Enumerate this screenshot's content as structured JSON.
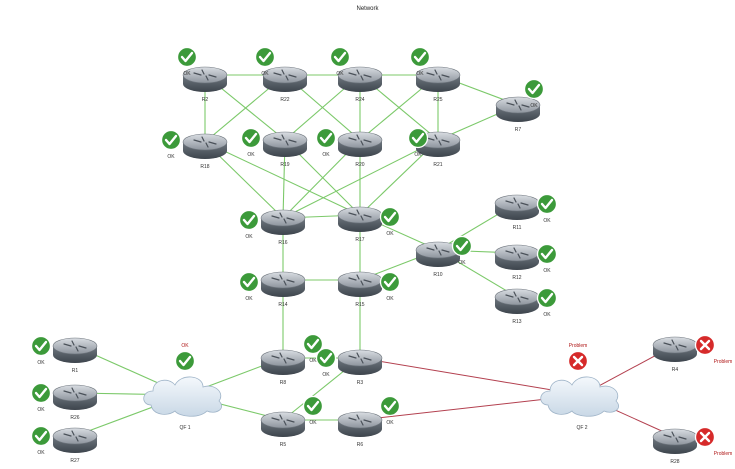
{
  "title": "Network",
  "colors": {
    "link_ok": "#7cc96a",
    "link_problem": "#b3404f",
    "status_ok": "#3c9a3a",
    "status_problem": "#d62a2a"
  },
  "routers": [
    {
      "id": "r_top1",
      "label": "R2",
      "status": "OK",
      "status_text": "OK"
    },
    {
      "id": "r_top2",
      "label": "R22",
      "status": "OK",
      "status_text": "OK"
    },
    {
      "id": "r_top3",
      "label": "R24",
      "status": "OK",
      "status_text": "OK"
    },
    {
      "id": "r_top4",
      "label": "R25",
      "status": "OK",
      "status_text": "OK"
    },
    {
      "id": "r_top5",
      "label": "R7",
      "status": "OK",
      "status_text": "OK"
    },
    {
      "id": "r_mid1",
      "label": "R18",
      "status": "OK",
      "status_text": "OK"
    },
    {
      "id": "r_mid2",
      "label": "R19",
      "status": "OK",
      "status_text": "OK"
    },
    {
      "id": "r_mid3",
      "label": "R20",
      "status": "OK",
      "status_text": "OK"
    },
    {
      "id": "r_mid4",
      "label": "R21",
      "status": "OK",
      "status_text": "OK"
    },
    {
      "id": "r_c1",
      "label": "R16",
      "status": "OK",
      "status_text": "OK"
    },
    {
      "id": "r_c2",
      "label": "R17",
      "status": "OK",
      "status_text": "OK"
    },
    {
      "id": "r_c3",
      "label": "R14",
      "status": "OK",
      "status_text": "OK"
    },
    {
      "id": "r_c4",
      "label": "R15",
      "status": "OK",
      "status_text": "OK"
    },
    {
      "id": "r_c5",
      "label": "R10",
      "status": "OK",
      "status_text": "OK"
    },
    {
      "id": "r_b1",
      "label": "R11",
      "status": "OK",
      "status_text": "OK"
    },
    {
      "id": "r_b2",
      "label": "R12",
      "status": "OK",
      "status_text": "OK"
    },
    {
      "id": "r_b3",
      "label": "R13",
      "status": "OK",
      "status_text": "OK"
    },
    {
      "id": "r_l1",
      "label": "R1",
      "status": "OK",
      "status_text": "OK"
    },
    {
      "id": "r_l2",
      "label": "R26",
      "status": "OK",
      "status_text": "OK"
    },
    {
      "id": "r_l3",
      "label": "R27",
      "status": "OK",
      "status_text": "OK"
    },
    {
      "id": "r_s1",
      "label": "R8",
      "status": "OK",
      "status_text": "OK"
    },
    {
      "id": "r_s2",
      "label": "R3",
      "status": "OK",
      "status_text": "OK"
    },
    {
      "id": "r_s3",
      "label": "R5",
      "status": "OK",
      "status_text": "OK"
    },
    {
      "id": "r_s4",
      "label": "R6",
      "status": "OK",
      "status_text": "OK"
    },
    {
      "id": "r_r1",
      "label": "R4",
      "status": "Problem",
      "status_text": "Problem"
    },
    {
      "id": "r_r2",
      "label": "R28",
      "status": "Problem",
      "status_text": "Problem"
    }
  ],
  "clouds": [
    {
      "id": "qf1",
      "label": "QF 1",
      "status": "OK",
      "status_text": "OK"
    },
    {
      "id": "qf2",
      "label": "QF 2",
      "status": "Problem",
      "status_text": "Problem"
    }
  ],
  "links": [
    {
      "from": "r_top1",
      "to": "r_top2",
      "status": "ok"
    },
    {
      "from": "r_top2",
      "to": "r_top3",
      "status": "ok"
    },
    {
      "from": "r_top3",
      "to": "r_top4",
      "status": "ok"
    },
    {
      "from": "r_top4",
      "to": "r_top5",
      "status": "ok"
    },
    {
      "from": "r_top1",
      "to": "r_mid1",
      "status": "ok"
    },
    {
      "from": "r_top1",
      "to": "r_mid2",
      "status": "ok"
    },
    {
      "from": "r_top2",
      "to": "r_mid1",
      "status": "ok"
    },
    {
      "from": "r_top2",
      "to": "r_mid3",
      "status": "ok"
    },
    {
      "from": "r_top3",
      "to": "r_mid2",
      "status": "ok"
    },
    {
      "from": "r_top3",
      "to": "r_mid3",
      "status": "ok"
    },
    {
      "from": "r_top3",
      "to": "r_mid4",
      "status": "ok"
    },
    {
      "from": "r_top4",
      "to": "r_mid4",
      "status": "ok"
    },
    {
      "from": "r_top4",
      "to": "r_mid3",
      "status": "ok"
    },
    {
      "from": "r_top5",
      "to": "r_mid4",
      "status": "ok"
    },
    {
      "from": "r_mid1",
      "to": "r_c1",
      "status": "ok"
    },
    {
      "from": "r_mid1",
      "to": "r_c2",
      "status": "ok"
    },
    {
      "from": "r_mid2",
      "to": "r_c1",
      "status": "ok"
    },
    {
      "from": "r_mid2",
      "to": "r_c2",
      "status": "ok"
    },
    {
      "from": "r_mid3",
      "to": "r_c1",
      "status": "ok"
    },
    {
      "from": "r_mid3",
      "to": "r_c2",
      "status": "ok"
    },
    {
      "from": "r_mid4",
      "to": "r_c1",
      "status": "ok"
    },
    {
      "from": "r_mid4",
      "to": "r_c2",
      "status": "ok"
    },
    {
      "from": "r_c1",
      "to": "r_c2",
      "status": "ok"
    },
    {
      "from": "r_c1",
      "to": "r_c3",
      "status": "ok"
    },
    {
      "from": "r_c2",
      "to": "r_c4",
      "status": "ok"
    },
    {
      "from": "r_c2",
      "to": "r_c5",
      "status": "ok"
    },
    {
      "from": "r_c3",
      "to": "r_c4",
      "status": "ok"
    },
    {
      "from": "r_c4",
      "to": "r_c5",
      "status": "ok"
    },
    {
      "from": "r_c5",
      "to": "r_b1",
      "status": "ok"
    },
    {
      "from": "r_c5",
      "to": "r_b2",
      "status": "ok"
    },
    {
      "from": "r_c5",
      "to": "r_b3",
      "status": "ok"
    },
    {
      "from": "r_c3",
      "to": "r_s1",
      "status": "ok"
    },
    {
      "from": "r_c4",
      "to": "r_s2",
      "status": "ok"
    },
    {
      "from": "r_s1",
      "to": "r_s2",
      "status": "ok"
    },
    {
      "from": "r_s3",
      "to": "r_s4",
      "status": "ok"
    },
    {
      "from": "r_s2",
      "to": "r_s3",
      "status": "ok"
    },
    {
      "from": "r_s1",
      "to": "qf1",
      "status": "ok"
    },
    {
      "from": "r_s3",
      "to": "qf1",
      "status": "ok"
    },
    {
      "from": "r_l1",
      "to": "qf1",
      "status": "ok"
    },
    {
      "from": "r_l2",
      "to": "qf1",
      "status": "ok"
    },
    {
      "from": "r_l3",
      "to": "qf1",
      "status": "ok"
    },
    {
      "from": "r_s2",
      "to": "qf2",
      "status": "problem"
    },
    {
      "from": "r_s4",
      "to": "qf2",
      "status": "problem"
    },
    {
      "from": "qf2",
      "to": "r_r1",
      "status": "problem"
    },
    {
      "from": "qf2",
      "to": "r_r2",
      "status": "problem"
    }
  ]
}
